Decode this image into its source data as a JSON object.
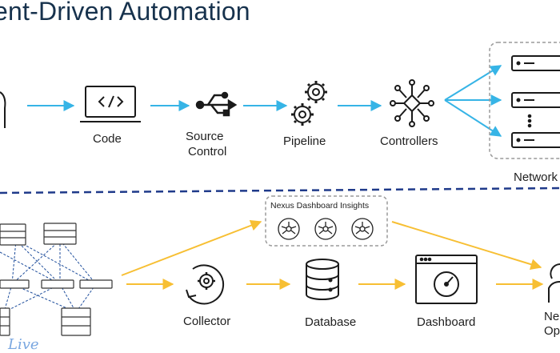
{
  "title": "ent-Driven Automation",
  "top_flow": {
    "code": "Code",
    "source_control_1": "Source",
    "source_control_2": "Control",
    "pipeline": "Pipeline",
    "controllers": "Controllers",
    "network": "Network"
  },
  "bottom_flow": {
    "insights_title": "Nexus Dashboard Insights",
    "collector": "Collector",
    "database": "Database",
    "dashboard": "Dashboard",
    "ne_1": "Ne",
    "ne_2": "Op"
  },
  "watermark": "Live",
  "colors": {
    "top_arrow": "#36b4e6",
    "bottom_arrow": "#f7bf33",
    "divider": "#1f3a8a",
    "icon_stroke": "#1a1a1a",
    "network_link": "#1f4e9c"
  },
  "icons": [
    "code-icon",
    "usb-source-control-icon",
    "gears-pipeline-icon",
    "controller-hub-icon",
    "server-rack-icon",
    "collector-gear-icon",
    "database-icon",
    "dashboard-gauge-icon",
    "person-icon",
    "insights-node-icon"
  ]
}
